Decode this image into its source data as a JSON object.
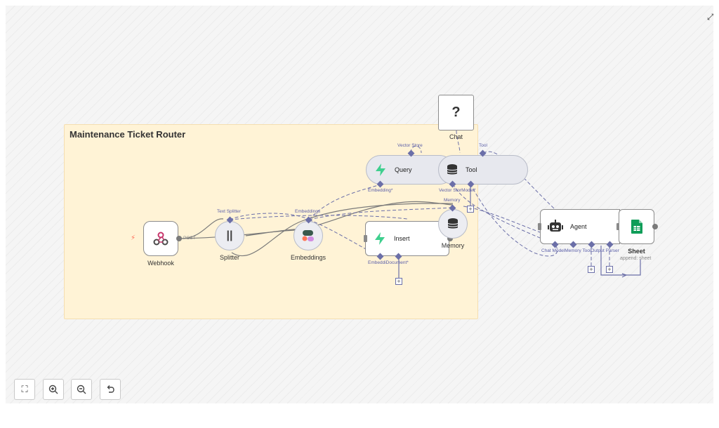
{
  "workflow": {
    "sticky_title": "Maintenance Ticket Router"
  },
  "nodes": {
    "webhook": {
      "label": "Webhook",
      "port_label": "POST"
    },
    "splitter": {
      "label": "Splitter",
      "port_label": "Text Splitter"
    },
    "embeddings": {
      "label": "Embeddings",
      "port_label": "Embeddings"
    },
    "insert": {
      "label": "Insert",
      "port_label": "EmbeddiDocument*"
    },
    "query": {
      "label": "Query",
      "top_port": "Vector Store",
      "bottom_port": "Embedding*"
    },
    "tool": {
      "label": "Tool",
      "top_port": "Tool",
      "bottom_port": "Vector StorModel*"
    },
    "chat": {
      "label": "Chat",
      "glyph": "?"
    },
    "memory": {
      "label": "Memory",
      "top_port": "Memory"
    },
    "agent": {
      "label": "Agent",
      "bottom_ports": "Chat ModelMemory  ToolOutput Parser"
    },
    "sheet": {
      "label": "Sheet",
      "sublabel": "append: sheet"
    }
  },
  "controls": {
    "fit_view": "fit-view-icon",
    "zoom_in": "zoom-in-icon",
    "zoom_out": "zoom-out-icon",
    "reset": "undo-icon"
  },
  "colors": {
    "canvas_bg": "#f5f5f5",
    "sticky_bg": "#fff3d6",
    "connector": "#6b6fa8",
    "supabase_green": "#3ecf8e",
    "sheets_green": "#0f9d58",
    "webhook_pink": "#c7346b"
  }
}
